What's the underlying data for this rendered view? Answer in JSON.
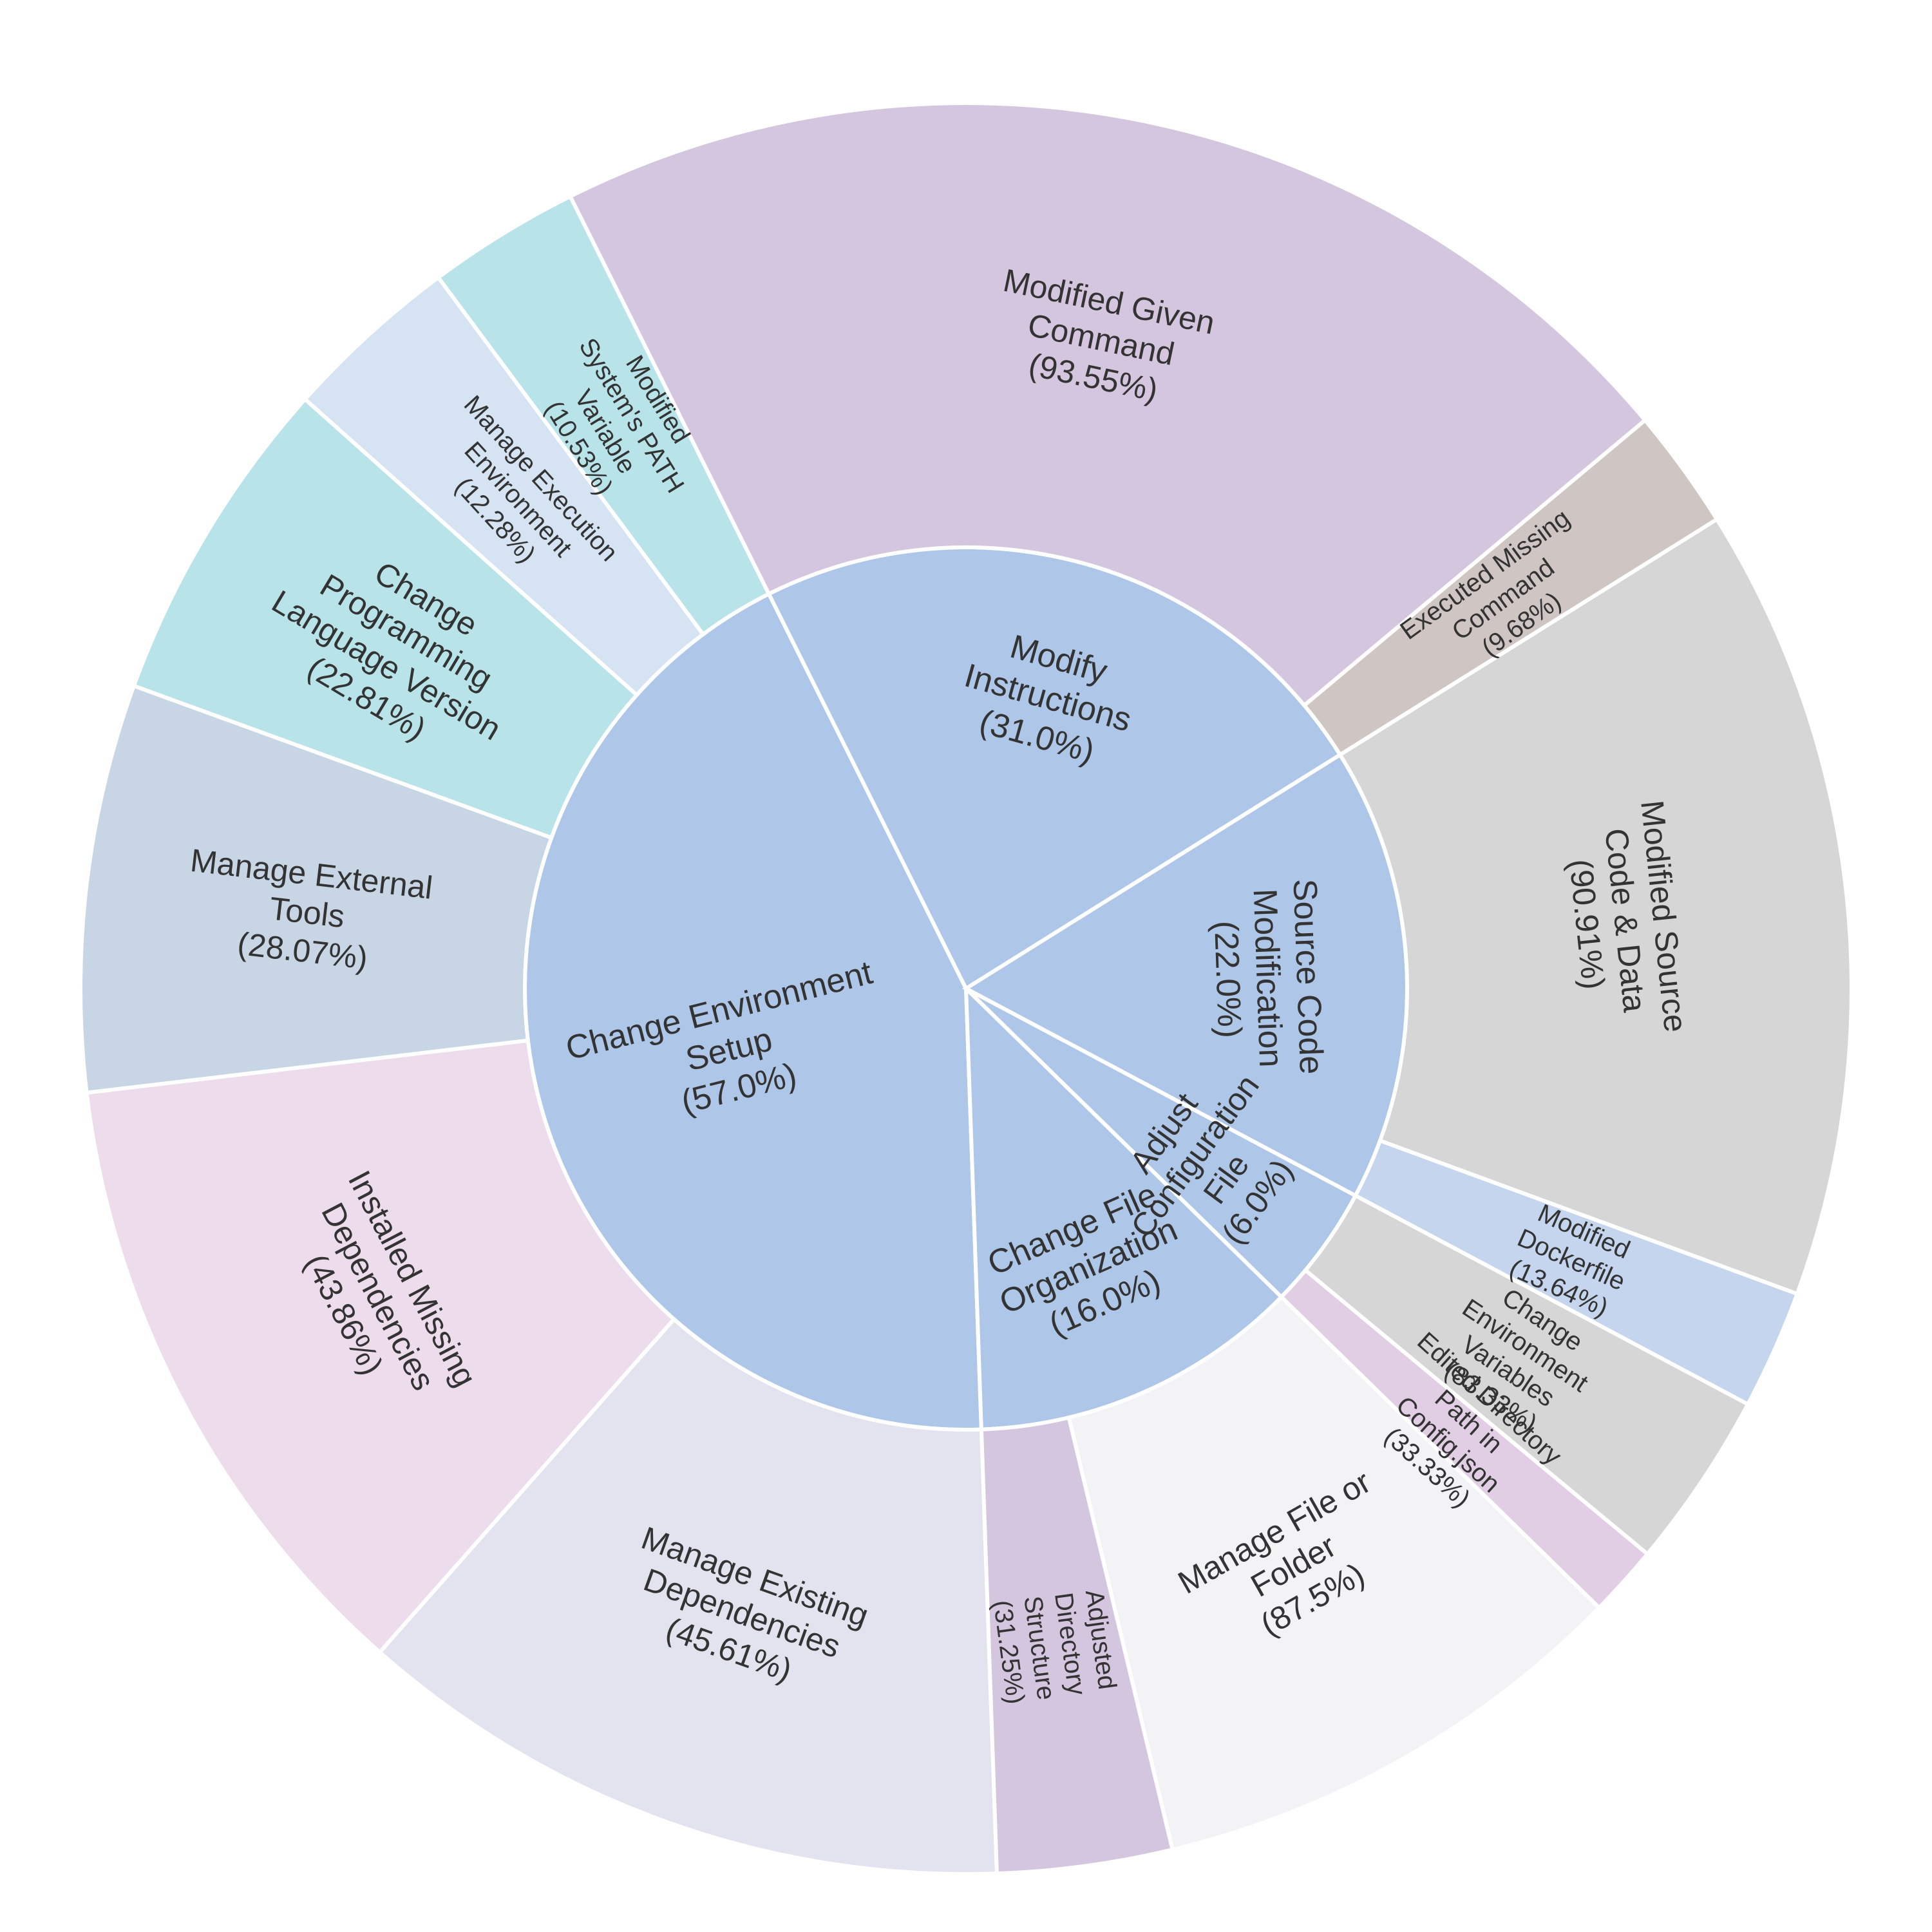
{
  "chart_data": {
    "type": "sunburst",
    "title": "",
    "segments": [
      {
        "name": "Change Environment Setup",
        "pct_label": "(57.0%)",
        "value": 57.0,
        "color": "#aec6e8",
        "children": [
          {
            "name": "Manage Existing Dependencies",
            "pct_label": "(45.61%)",
            "value": 45.61,
            "color": "#e3e2ef"
          },
          {
            "name": "Installed Missing Dependencies",
            "pct_label": "(43.86%)",
            "value": 43.86,
            "color": "#eddcec"
          },
          {
            "name": "Manage External Tools",
            "pct_label": "(28.07%)",
            "value": 28.07,
            "color": "#c8d5e5"
          },
          {
            "name": "Change Programming Language Version",
            "pct_label": "(22.81%)",
            "value": 22.81,
            "color": "#b8e3e9"
          },
          {
            "name": "Manage Execution Environment",
            "pct_label": "(12.28%)",
            "value": 12.28,
            "color": "#d5e3f2"
          },
          {
            "name": "Modified System's PATH Variable",
            "pct_label": "(10.53%)",
            "value": 10.53,
            "color": "#b8e3e9"
          }
        ]
      },
      {
        "name": "Modify Instructions",
        "pct_label": "(31.0%)",
        "value": 31.0,
        "color": "#aec6e8",
        "children": [
          {
            "name": "Modified Given Command",
            "pct_label": "(93.55%)",
            "value": 93.55,
            "color": "#d5c6e0"
          },
          {
            "name": "Executed Missing Command",
            "pct_label": "(9.68%)",
            "value": 9.68,
            "color": "#cfc6c3"
          }
        ]
      },
      {
        "name": "Source Code Modification",
        "pct_label": "(22.0%)",
        "value": 22.0,
        "color": "#aec6e8",
        "children": [
          {
            "name": "Modified Source Code & Data",
            "pct_label": "(90.91%)",
            "value": 90.91,
            "color": "#d6d6d6"
          },
          {
            "name": "Modified Dockerfile",
            "pct_label": "(13.64%)",
            "value": 13.64,
            "color": "#c5d5ee"
          }
        ]
      },
      {
        "name": "Adjust Configuration File",
        "pct_label": "(6.0%)",
        "value": 6.0,
        "color": "#aec6e8",
        "children": [
          {
            "name": "Change Environment Variables",
            "pct_label": "(83.33%)",
            "value": 83.33,
            "color": "#d6d6d6"
          },
          {
            "name": "Edited Directory Path in Config.json",
            "pct_label": "(33.33%)",
            "value": 33.33,
            "color": "#e1cde4"
          }
        ]
      },
      {
        "name": "Change File Organization",
        "pct_label": "(16.0%)",
        "value": 16.0,
        "color": "#aec6e8",
        "children": [
          {
            "name": "Manage File or Folder",
            "pct_label": "(87.5%)",
            "value": 87.5,
            "color": "#f3f3f6"
          },
          {
            "name": "Adjusted Directory Structure",
            "pct_label": "(31.25%)",
            "value": 31.25,
            "color": "#d5c6e0"
          }
        ]
      }
    ]
  }
}
